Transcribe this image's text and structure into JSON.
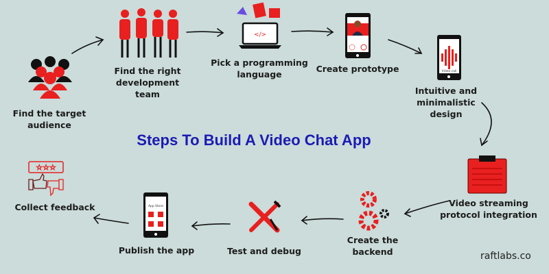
{
  "title": "Steps To Build A Video Chat App",
  "brand": "raftlabs.co",
  "steps": [
    {
      "l1": "Find the target",
      "l2": "audience"
    },
    {
      "l1": "Find the right",
      "l2": "development",
      "l3": "team"
    },
    {
      "l1": "Pick a programming",
      "l2": "language"
    },
    {
      "l1": "Create prototype"
    },
    {
      "l1": "Intuitive and",
      "l2": "minimalistic",
      "l3": "design"
    },
    {
      "l1": "Video streaming",
      "l2": "protocol integration"
    },
    {
      "l1": "Create the",
      "l2": "backend"
    },
    {
      "l1": "Test and debug"
    },
    {
      "l1": "Publish the app"
    },
    {
      "l1": "Collect feedback"
    }
  ],
  "icon_text": {
    "video_call": "Video call",
    "app_store": "App Store"
  },
  "colors": {
    "accent": "#e8201f",
    "title": "#1b1bb3",
    "background": "#cbdcda"
  }
}
